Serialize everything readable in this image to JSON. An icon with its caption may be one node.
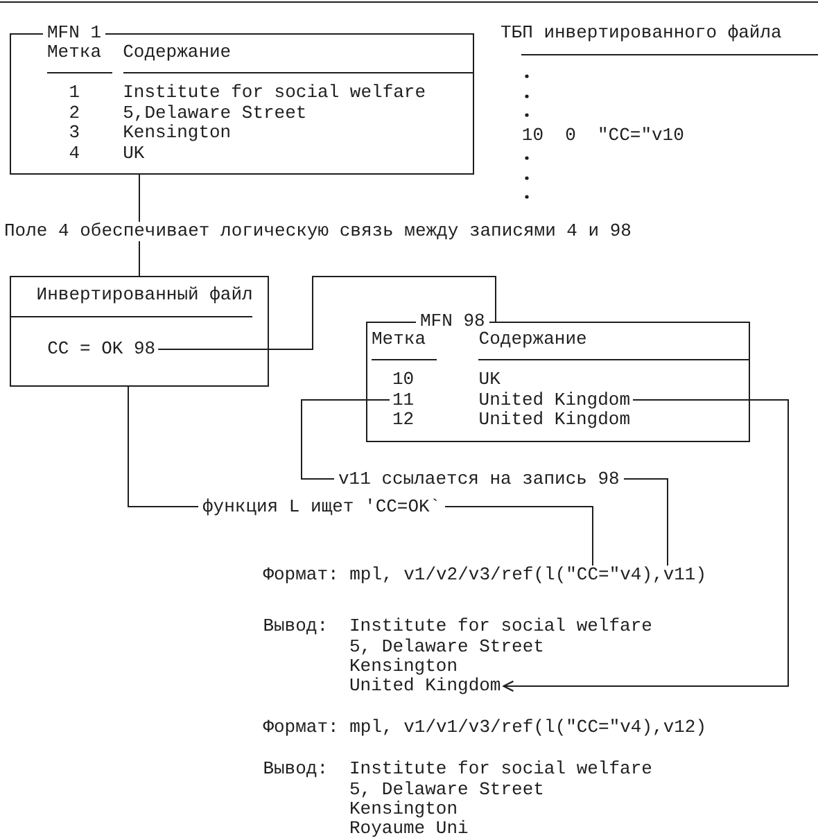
{
  "diagram": {
    "nodes": [
      {
        "text": [
          "MFN 1",
          "Метка",
          "Содержание",
          "1",
          "Institute for social welfare",
          "2",
          "5,Delaware Street",
          "3",
          "Kensington",
          "4",
          "UK"
        ]
      },
      {
        "text": [
          "Инвертированный файл"
        ]
      },
      {
        "text": [
          "CC = OK 98"
        ],
        "in": 1
      },
      {
        "text": [
          "MFN 98",
          "Метка",
          "Содержание",
          "10",
          "UK",
          "12",
          "United Kingdom"
        ]
      },
      {
        "text": [
          "11"
        ],
        "in": 3
      },
      {
        "text": [
          "United Kingdom"
        ],
        "in": 3
      },
      {
        "text": [
          "Формат: mpl, v1/v2/v3/ref(l(\"CC=\"v4),v11)"
        ]
      },
      {
        "text": [
          "United Kingdom"
        ]
      }
    ],
    "edges": [
      {
        "from": 0,
        "to": 1,
        "arrow": "none",
        "label": "Поле 4 обеспечивает логическую связь между записями 4 и 98"
      },
      {
        "from": 2,
        "to": 3,
        "arrow": "none"
      },
      {
        "from": 4,
        "to": 6,
        "arrow": "none",
        "label": "v11 ссылается на запись 98"
      },
      {
        "from": 1,
        "to": 6,
        "arrow": "none",
        "label": "функция L ищет 'CC=OK`"
      },
      {
        "from": 5,
        "to": 7,
        "arrow": "to"
      }
    ],
    "labels": [
      "ТБП инвертированного файла",
      "10",
      "0",
      "\"CC=\"v10",
      "Вывод:",
      "Institute for social welfare",
      "5, Delaware Street",
      "Kensington",
      "Формат: mpl, v1/v1/v3/ref(l(\"CC=\"v4),v12)",
      "Вывод:",
      "Institute for social welfare",
      "5, Delaware Street",
      "Kensington",
      "Royaume Uni"
    ]
  }
}
